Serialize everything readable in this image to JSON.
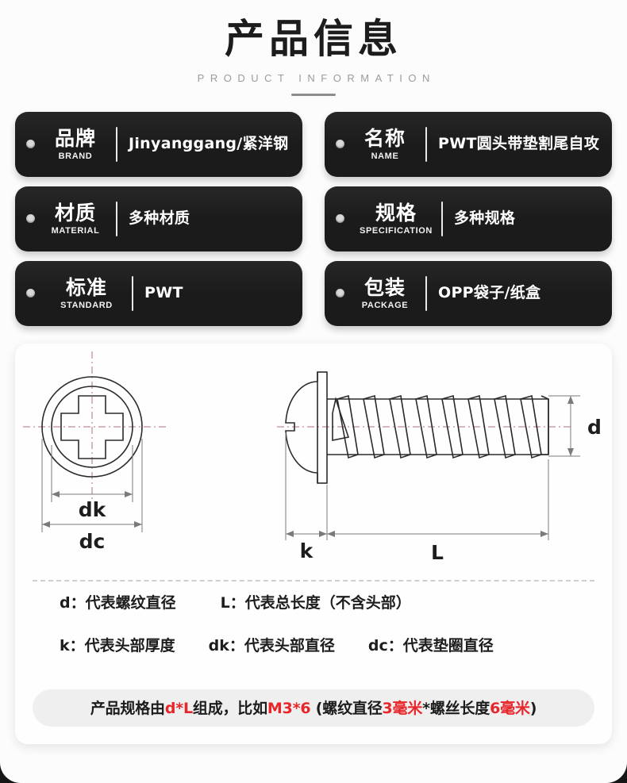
{
  "header": {
    "title_cn": "产品信息",
    "title_en": "PRODUCT INFORMATION"
  },
  "info_cards": [
    {
      "label_cn": "品牌",
      "label_en": "BRAND",
      "value": "Jinyanggang/紧洋钢"
    },
    {
      "label_cn": "名称",
      "label_en": "NAME",
      "value": "PWT圆头带垫割尾自攻"
    },
    {
      "label_cn": "材质",
      "label_en": "MATERIAL",
      "value": "多种材质"
    },
    {
      "label_cn": "规格",
      "label_en": "SPECIFICATION",
      "value": "多种规格"
    },
    {
      "label_cn": "标准",
      "label_en": "STANDARD",
      "value": "PWT"
    },
    {
      "label_cn": "包装",
      "label_en": "PACKAGE",
      "value": "OPP袋子/纸盒"
    }
  ],
  "diagram": {
    "dimension_labels": {
      "dk": "dk",
      "dc": "dc",
      "k": "k",
      "L": "L",
      "d": "d"
    }
  },
  "legend": {
    "row1": [
      "d：代表螺纹直径",
      "L：代表总长度（不含头部）"
    ],
    "row2": [
      "k：代表头部厚度",
      "dk：代表头部直径",
      "dc：代表垫圈直径"
    ]
  },
  "spec_note": {
    "part1": "产品规格由",
    "hl1": "d*L",
    "part2": "组成，比如",
    "hl2": "M3*6",
    "part3": " (螺纹直径",
    "hl3": "3毫米",
    "part4": "*螺丝长度",
    "hl4": "6毫米",
    "part5": ")"
  },
  "colors": {
    "card_bg": "#1b1b1b",
    "page_bg": "#fdfcfd",
    "accent_red": "#e8262a",
    "rule_gray": "#8d8d8d"
  }
}
